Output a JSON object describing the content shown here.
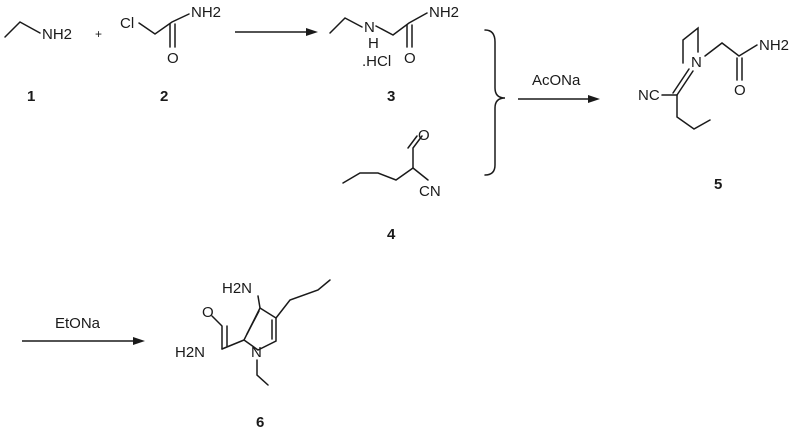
{
  "compounds": [
    {
      "id": "1",
      "labels": [
        "NH2"
      ]
    },
    {
      "id": "2",
      "labels": [
        "Cl",
        "O",
        "NH2"
      ]
    },
    {
      "id": "3",
      "labels": [
        "N",
        "H",
        "O",
        "NH2",
        ".HCl"
      ]
    },
    {
      "id": "4",
      "labels": [
        "O",
        "CN"
      ]
    },
    {
      "id": "5",
      "labels": [
        "N",
        "O",
        "NH2",
        "NC"
      ]
    },
    {
      "id": "6",
      "labels": [
        "H2N",
        "H2N",
        "O",
        "N"
      ]
    }
  ],
  "plus_sign": "+",
  "reagents": {
    "step1": "",
    "step2": "AcONa",
    "step3": "EtONa"
  }
}
